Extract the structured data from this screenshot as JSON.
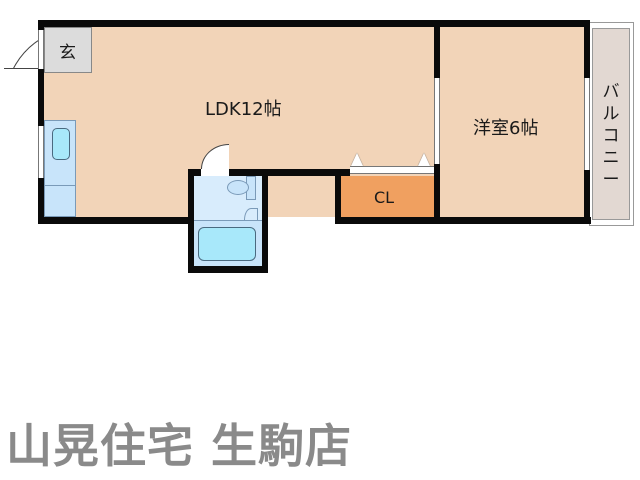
{
  "floorplan": {
    "rooms": {
      "entrance": {
        "label": "玄"
      },
      "ldk": {
        "label": "LDK12帖"
      },
      "western_room": {
        "label": "洋室6帖"
      },
      "closet": {
        "label": "CL"
      },
      "balcony": {
        "label_chars": [
          "バ",
          "ル",
          "コ",
          "ニ",
          "ー"
        ]
      }
    },
    "colors": {
      "floor": "#f2d4b8",
      "closet": "#f0a060",
      "entrance": "#dcdcdc",
      "balcony": "#e2d8d2",
      "bath": "#c8e4fa",
      "fixture": "#a8e8fa",
      "wall": "#0a0a0a"
    }
  },
  "footer": {
    "company": "山晃住宅 生駒店"
  }
}
